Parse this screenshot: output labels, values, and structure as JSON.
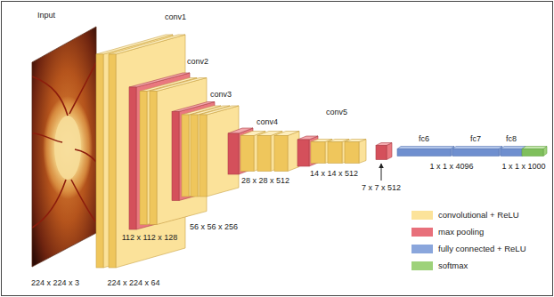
{
  "diagram": {
    "nodes": [
      {
        "text": [
          "Input"
        ]
      },
      {
        "text": [
          "conv1"
        ]
      },
      {
        "text": [
          "conv2"
        ]
      },
      {
        "text": [
          "conv3"
        ]
      },
      {
        "text": [
          "conv4"
        ]
      },
      {
        "text": [
          "conv5"
        ]
      },
      {
        "text": [
          "fc6"
        ]
      },
      {
        "text": [
          "fc7"
        ]
      },
      {
        "text": [
          "fc8"
        ]
      }
    ],
    "labels": [
      "224 x 224 x 3",
      "224 x 224 x 64",
      "112 x 112 x 128",
      "56 x 56 x 256",
      "28 x 28 x 512",
      "14 x 14 x 512",
      "7 x 7 x 512",
      "1 x 1 x 4096",
      "1 x 1 x 1000"
    ],
    "legend": [
      {
        "text": "convolutional + ReLU",
        "color": "#fce39a"
      },
      {
        "text": "max pooling",
        "color": "#e8707b"
      },
      {
        "text": "fully connected + ReLU",
        "color": "#8aa6dc"
      },
      {
        "text": "softmax",
        "color": "#9ed27a"
      }
    ]
  }
}
